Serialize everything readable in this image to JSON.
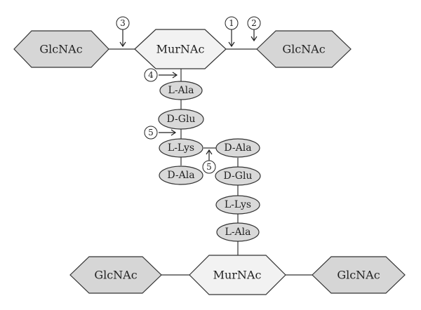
{
  "sugars": {
    "top_left": "GlcNAc",
    "top_center": "MurNAc",
    "top_right": "GlcNAc",
    "bottom_left": "GlcNAc",
    "bottom_center": "MurNAc",
    "bottom_right": "GlcNAc"
  },
  "peptides": {
    "top_stem": [
      "L-Ala",
      "D-Glu",
      "L-Lys",
      "D-Ala"
    ],
    "bridge": "D-Ala",
    "bottom_stem": [
      "D-Glu",
      "L-Lys",
      "L-Ala"
    ]
  },
  "cleavage_sites": {
    "site_1": "1",
    "site_2": "2",
    "site_3": "3",
    "site_4": "4",
    "site_5a": "5",
    "site_5b": "5"
  },
  "colors": {
    "glcnac_fill": "#d6d6d6",
    "murnac_fill": "#f2f2f2",
    "peptide_fill": "#d9d9d9",
    "outline": "#333333"
  }
}
